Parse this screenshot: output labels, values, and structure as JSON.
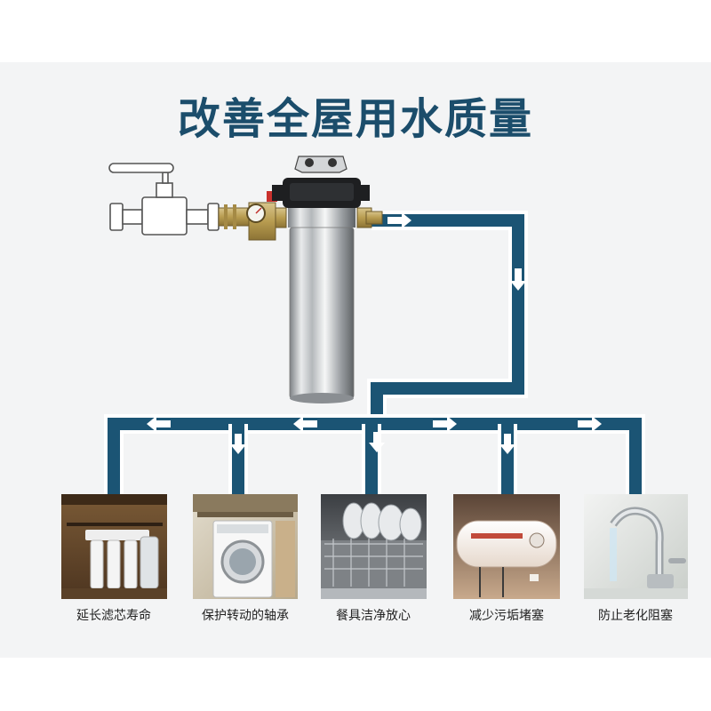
{
  "title": "改善全屋用水质量",
  "colors": {
    "pipe": "#1b5474",
    "title": "#1b4d6b"
  },
  "icons": [
    "valve-icon",
    "pressure-gauge-icon",
    "water-filter-icon",
    "flow-arrow-icon"
  ],
  "items": [
    {
      "label": "延长滤芯寿命",
      "image": "ro-purifier-photo"
    },
    {
      "label": "保护转动的轴承",
      "image": "washing-machine-photo"
    },
    {
      "label": "餐具洁净放心",
      "image": "dishwasher-photo"
    },
    {
      "label": "减少污垢堵塞",
      "image": "water-heater-photo"
    },
    {
      "label": "防止老化阻塞",
      "image": "faucet-photo"
    }
  ]
}
